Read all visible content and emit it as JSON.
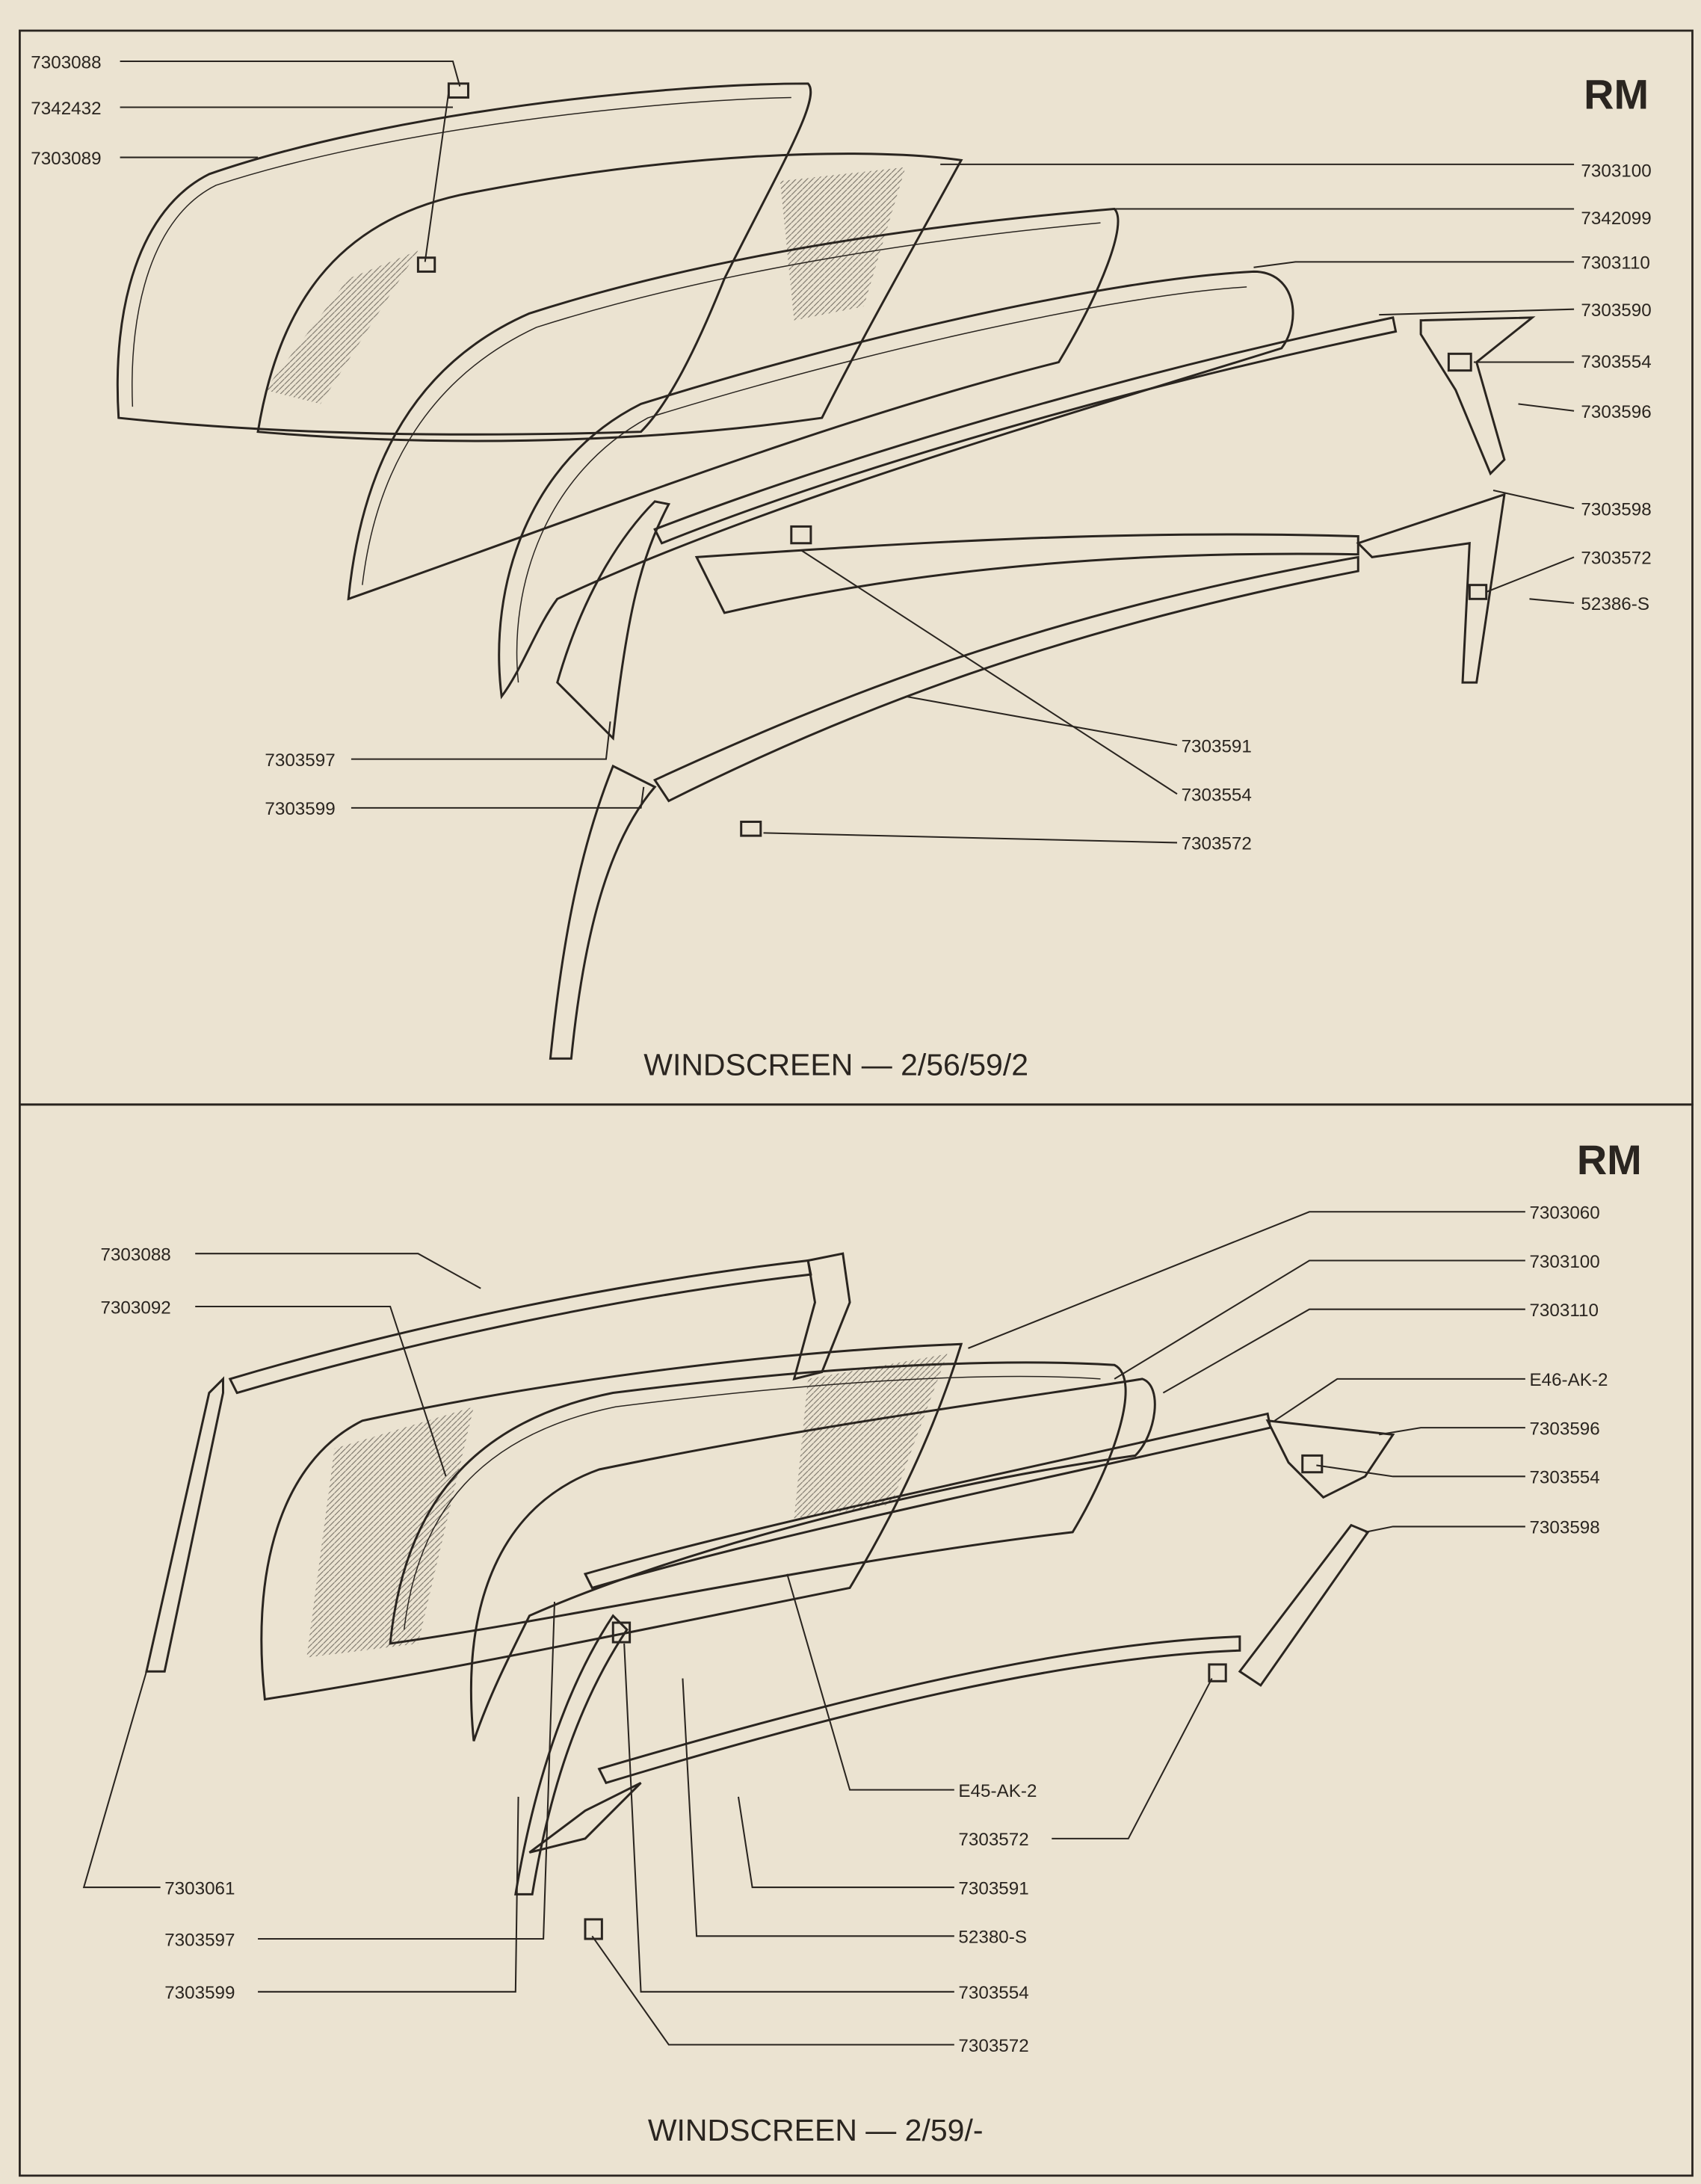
{
  "top_panel": {
    "badge": "RM",
    "caption": "WINDSCREEN — 2/56/59/2",
    "labels": [
      "7303088",
      "7342432",
      "7303089",
      "7303100",
      "7342099",
      "7303110",
      "7303590",
      "7303554",
      "7303596",
      "7303598",
      "7303572",
      "52386-S",
      "7303591",
      "7303554",
      "7303572",
      "7303597",
      "7303599"
    ]
  },
  "bottom_panel": {
    "badge": "RM",
    "caption": "WINDSCREEN — 2/59/-",
    "labels": [
      "7303088",
      "7303092",
      "7303060",
      "7303100",
      "7303110",
      "E46-AK-2",
      "7303596",
      "7303554",
      "7303598",
      "E45-AK-2",
      "7303572",
      "7303591",
      "52380-S",
      "7303554",
      "7303572",
      "7303061",
      "7303597",
      "7303599"
    ]
  }
}
